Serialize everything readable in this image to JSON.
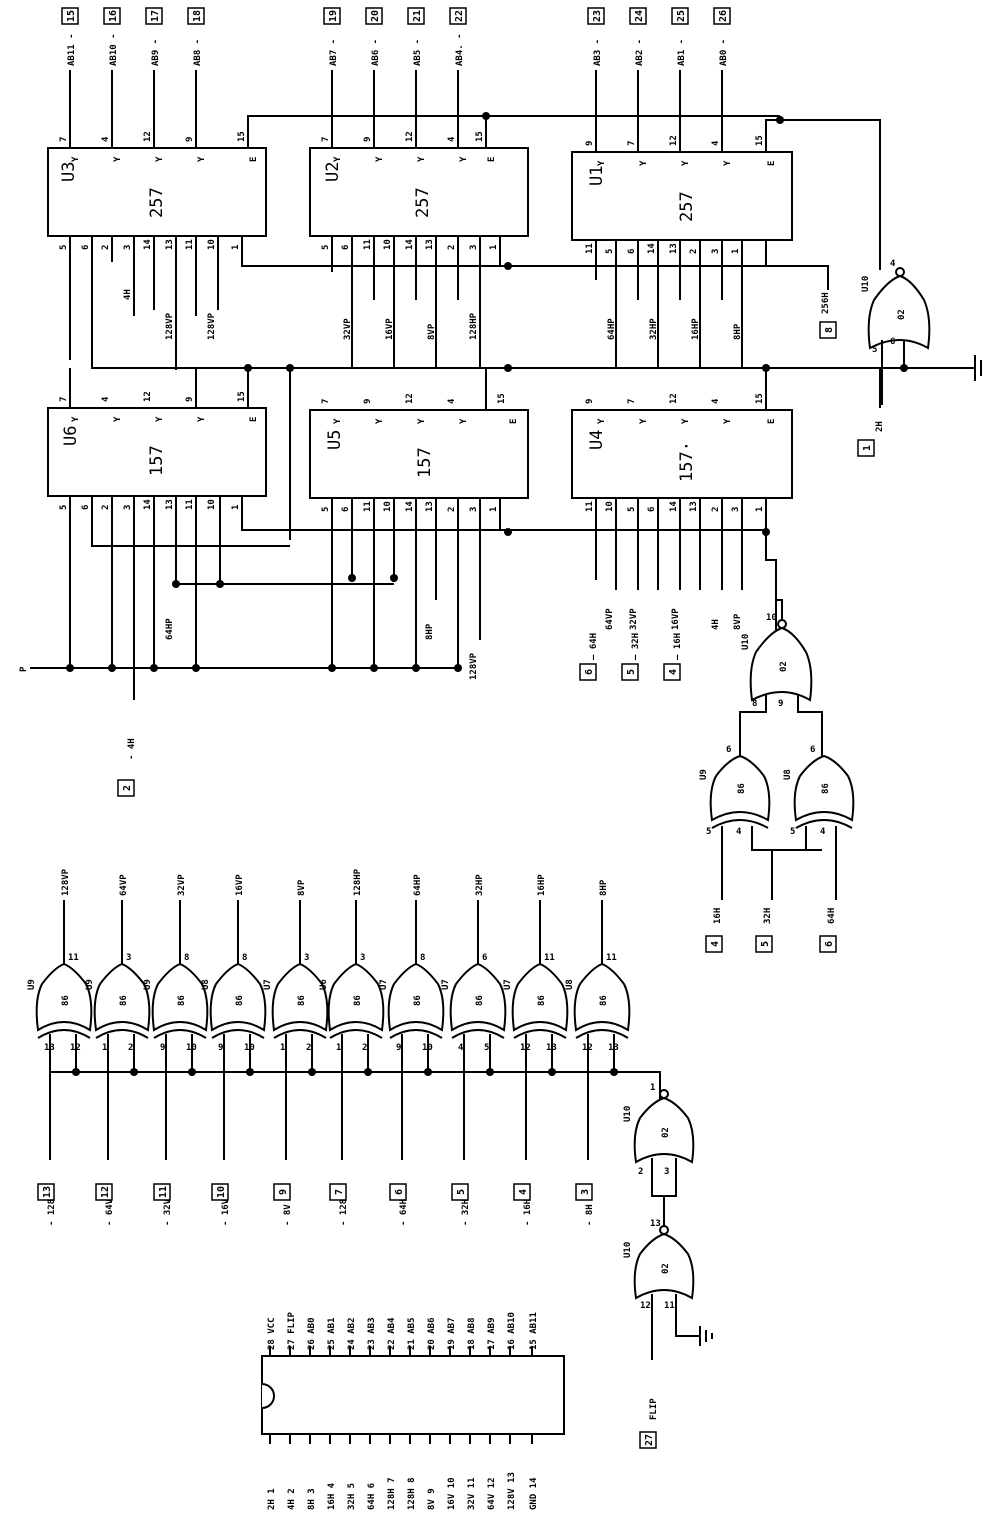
{
  "chips": [
    {
      "id": "U3",
      "type": "257",
      "y_pins": [
        "7",
        "4",
        "12",
        "9"
      ],
      "e_pin": "15",
      "bot_pins": [
        "5",
        "6",
        "2",
        "3",
        "14",
        "13",
        "11",
        "10",
        "1"
      ]
    },
    {
      "id": "U2",
      "type": "257",
      "y_pins": [
        "7",
        "9",
        "12",
        "4"
      ],
      "e_pin": "15",
      "bot_pins": [
        "5",
        "6",
        "11",
        "10",
        "14",
        "13",
        "2",
        "3",
        "1"
      ]
    },
    {
      "id": "U1",
      "type": "257",
      "y_pins": [
        "9",
        "7",
        "12",
        "4"
      ],
      "e_pin": "15",
      "bot_pins": [
        "11",
        "5",
        "6",
        "14",
        "13",
        "2",
        "3",
        "1"
      ]
    },
    {
      "id": "U6",
      "type": "157",
      "y_pins": [
        "7",
        "4",
        "12",
        "9"
      ],
      "e_pin": "15",
      "bot_pins": [
        "5",
        "6",
        "2",
        "3",
        "14",
        "13",
        "11",
        "10",
        "1"
      ]
    },
    {
      "id": "U5",
      "type": "157",
      "y_pins": [
        "7",
        "9",
        "12",
        "4"
      ],
      "e_pin": "15",
      "bot_pins": [
        "5",
        "6",
        "11",
        "10",
        "14",
        "13",
        "2",
        "3",
        "1"
      ]
    },
    {
      "id": "U4",
      "type": "157·",
      "y_pins": [
        "9",
        "7",
        "12",
        "4"
      ],
      "e_pin": "15",
      "bot_pins": [
        "11",
        "10",
        "5",
        "6",
        "14",
        "13",
        "2",
        "3",
        "1"
      ]
    }
  ],
  "outputs": [
    {
      "label": "AB11 -",
      "num": "15"
    },
    {
      "label": "AB10 -",
      "num": "16"
    },
    {
      "label": "AB9 -",
      "num": "17"
    },
    {
      "label": "AB8 -",
      "num": "18"
    },
    {
      "label": "AB7 -",
      "num": "19"
    },
    {
      "label": "AB6 -",
      "num": "20"
    },
    {
      "label": "AB5 -",
      "num": "21"
    },
    {
      "label": "AB4. -",
      "num": "22"
    },
    {
      "label": "AB3 -",
      "num": "23"
    },
    {
      "label": "AB2 -",
      "num": "24"
    },
    {
      "label": "AB1 -",
      "num": "25"
    },
    {
      "label": "AB0 -",
      "num": "26"
    }
  ],
  "signals": {
    "u3_inputs": [
      "4H",
      "128VP",
      "128VP"
    ],
    "u2_inputs": [
      "32VP",
      "16VP",
      "8VP",
      "128HP"
    ],
    "u1_inputs": [
      "64HP",
      "32HP",
      "16HP",
      "8HP"
    ],
    "u6_inputs": [
      "64HP"
    ],
    "u5_inputs": [
      "8HP",
      "128VP"
    ],
    "u4_inputs": [
      "64VP",
      "32VP",
      "16VP",
      "4H",
      "8VP"
    ],
    "s256h": "256H",
    "s256h_num": "8",
    "s2h": "2H",
    "s2h_num": "1",
    "p_label": "P",
    "in_4h": "- 4H",
    "in_4h_num": "2",
    "u4_side": [
      {
        "label": "— 64H",
        "num": "6"
      },
      {
        "label": "— 32H",
        "num": "5"
      },
      {
        "label": "— 16H",
        "num": "4"
      }
    ],
    "xor_side": [
      {
        "label": "16H",
        "num": "4"
      },
      {
        "label": "32H",
        "num": "5"
      },
      {
        "label": "64H",
        "num": "6"
      }
    ],
    "flip": "FLIP",
    "flip_num": "27"
  },
  "gates": {
    "u10_top": {
      "name": "U10",
      "type": "02",
      "pins": [
        "4",
        "5",
        "6"
      ]
    },
    "u10_mid": {
      "name": "U10",
      "type": "02",
      "pins": [
        "10",
        "8",
        "9"
      ]
    },
    "u9_a": {
      "name": "U9",
      "type": "86",
      "pins": [
        "6",
        "5",
        "4"
      ]
    },
    "u8_a": {
      "name": "U8",
      "type": "86",
      "pins": [
        "6",
        "5",
        "4"
      ]
    },
    "u10_c": {
      "name": "U10",
      "type": "02",
      "pins": [
        "1",
        "2",
        "3"
      ]
    },
    "u10_d": {
      "name": "U10",
      "type": "02",
      "pins": [
        "13",
        "12",
        "11"
      ]
    }
  },
  "xor_bank": [
    {
      "unit": "U9",
      "type": "86",
      "in_pins": [
        "13",
        "12"
      ],
      "out_pin": "11",
      "out": "128VP",
      "in": "- 128V",
      "num": "13"
    },
    {
      "unit": "U9",
      "type": "86",
      "in_pins": [
        "1",
        "2"
      ],
      "out_pin": "3",
      "out": "64VP",
      "in": "- 64V",
      "num": "12"
    },
    {
      "unit": "U9",
      "type": "86",
      "in_pins": [
        "9",
        "10"
      ],
      "out_pin": "8",
      "out": "32VP",
      "in": "- 32V",
      "num": "11"
    },
    {
      "unit": "U8",
      "type": "86",
      "in_pins": [
        "9",
        "10"
      ],
      "out_pin": "8",
      "out": "16VP",
      "in": "- 16V",
      "num": "10"
    },
    {
      "unit": "U7",
      "type": "86",
      "in_pins": [
        "1",
        "2"
      ],
      "out_pin": "3",
      "out": "8VP",
      "in": "- 8V",
      "num": "9"
    },
    {
      "unit": "U6",
      "type": "86",
      "in_pins": [
        "1",
        "2"
      ],
      "out_pin": "3",
      "out": "128HP",
      "in": "- 128H",
      "num": "7"
    },
    {
      "unit": "U7",
      "type": "86",
      "in_pins": [
        "9",
        "10"
      ],
      "out_pin": "8",
      "out": "64HP",
      "in": "- 64H",
      "num": "6"
    },
    {
      "unit": "U7",
      "type": "86",
      "in_pins": [
        "4",
        "5"
      ],
      "out_pin": "6",
      "out": "32HP",
      "in": "- 32H",
      "num": "5"
    },
    {
      "unit": "U7",
      "type": "86",
      "in_pins": [
        "12",
        "13"
      ],
      "out_pin": "11",
      "out": "16HP",
      "in": "- 16H",
      "num": "4"
    },
    {
      "unit": "U8",
      "type": "86",
      "in_pins": [
        "12",
        "13"
      ],
      "out_pin": "11",
      "out": "8HP",
      "in": "- 8H",
      "num": "3"
    }
  ],
  "connector": {
    "left": [
      "2H 1",
      "4H 2",
      "8H 3",
      "16H 4",
      "32H 5",
      "64H 6",
      "128H 7",
      "128H 8",
      "8V 9",
      "16V 10",
      "32V 11",
      "64V 12",
      "128V 13",
      "GND 14"
    ],
    "right": [
      "28 VCC",
      "27 FLIP",
      "26 AB0",
      "25 AB1",
      "24 AB2",
      "23 AB3",
      "22 AB4",
      "21 AB5",
      "20 AB6",
      "19 AB7",
      "18 AB8",
      "17 AB9",
      "16 AB10",
      "15 AB11"
    ]
  }
}
